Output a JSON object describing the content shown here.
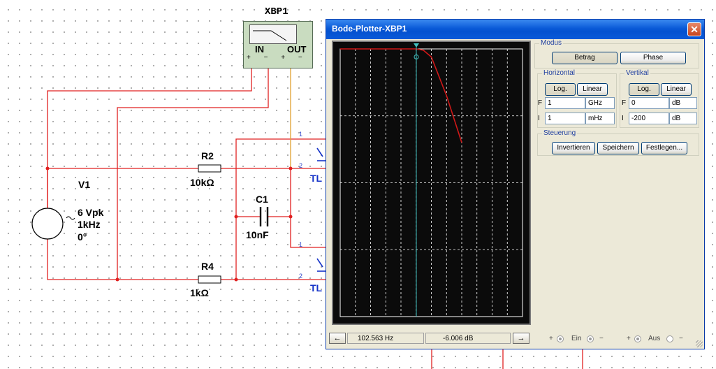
{
  "schematic": {
    "instrument_name": "XBP1",
    "bode_icon": {
      "in_label": "IN",
      "out_label": "OUT"
    },
    "components": {
      "r2": {
        "name": "R2",
        "value": "10kΩ"
      },
      "r4": {
        "name": "R4",
        "value": "1kΩ"
      },
      "c1": {
        "name": "C1",
        "value": "10nF"
      },
      "v1": {
        "name": "V1",
        "amplitude": "6 Vpk",
        "frequency": "1kHz",
        "phase": "0°"
      }
    },
    "probe_label": "TL",
    "pin_numbers": {
      "a1": "1",
      "a2": "2",
      "b1": "1",
      "b2": "2"
    },
    "wire_colors": {
      "red": "#e02020",
      "orange": "#e0a030",
      "blue": "#1533c8"
    }
  },
  "bode_window": {
    "title": "Bode-Plotter-XBP1",
    "close_icon": "close-icon",
    "modus": {
      "label": "Modus",
      "betrag_label": "Betrag",
      "phase_label": "Phase"
    },
    "horizontal": {
      "label": "Horizontal",
      "log_label": "Log.",
      "linear_label": "Linear",
      "f_label": "F",
      "f_value": "1",
      "f_unit": "GHz",
      "i_label": "I",
      "i_value": "1",
      "i_unit": "mHz"
    },
    "vertikal": {
      "label": "Vertikal",
      "log_label": "Log.",
      "linear_label": "Linear",
      "f_label": "F",
      "f_value": "0",
      "f_unit": "dB",
      "i_label": "I",
      "i_value": "-200",
      "i_unit": "dB"
    },
    "steuerung": {
      "label": "Steuerung",
      "invertieren_label": "Invertieren",
      "speichern_label": "Speichern",
      "festlegen_label": "Festlegen..."
    },
    "status": {
      "frequency_readout": "102.563 Hz",
      "gain_readout": "-6.006 dB",
      "left_arrow": "←",
      "right_arrow": "→"
    },
    "terminals": {
      "plus1": "+",
      "ein_label": "Ein",
      "minus1": "−",
      "plus2": "+",
      "aus_label": "Aus",
      "minus2": "−"
    },
    "colors": {
      "titlebar": "#0a5ad8",
      "plot_background": "#0b0b0b",
      "trace": "#d01818",
      "cursor": "#40c0c0",
      "grid": "#ffffff"
    }
  },
  "chart_data": {
    "type": "line",
    "title": "",
    "xlabel": "",
    "ylabel": "",
    "x_scale": "log",
    "xlim": [
      0.001,
      1000000000
    ],
    "ylim": [
      -200,
      0
    ],
    "x": [
      0.001,
      0.1,
      10,
      100,
      300,
      1000,
      10000,
      100000
    ],
    "series": [
      {
        "values": [
          0,
          0,
          0,
          0,
          -1,
          -6,
          -35,
          -70
        ]
      }
    ],
    "cursor": {
      "x": 102.563,
      "y": -6.006
    }
  }
}
